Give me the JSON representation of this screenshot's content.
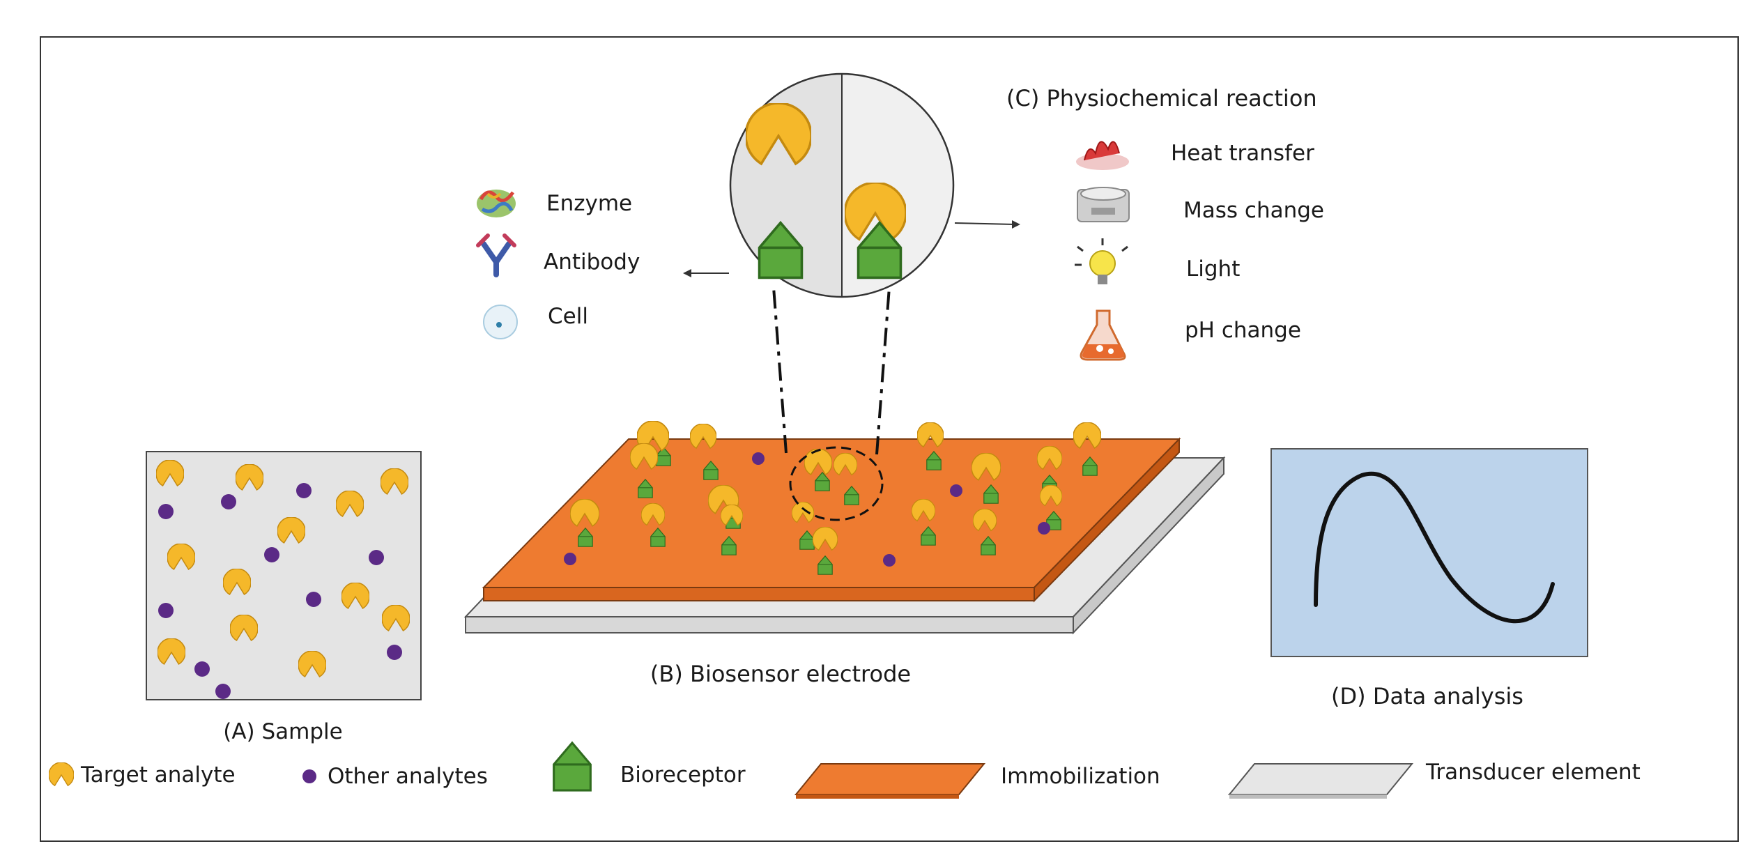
{
  "labels": {
    "sample": "(A) Sample",
    "electrode": "(B) Biosensor electrode",
    "reaction": "(C) Physiochemical reaction",
    "analysis": "(D) Data analysis"
  },
  "bioreceptors": [
    "Enzyme",
    "Antibody",
    "Cell"
  ],
  "reactions": [
    "Heat transfer",
    "Mass change",
    "Light",
    "pH change"
  ],
  "legend": {
    "target": "Target analyte",
    "other": "Other analytes",
    "bioreceptor": "Bioreceptor",
    "immobilization": "Immobilization",
    "transducer": "Transducer element"
  },
  "colors": {
    "analyte": "#F5B82A",
    "other": "#5B2A86",
    "bioreceptor": "#5AA83C",
    "immobilization": "#EE7B30",
    "transducer": "#E6E6E6",
    "analysis_bg": "#BCD3EB"
  },
  "icons": {
    "enzyme": "enzyme-icon",
    "antibody": "antibody-icon",
    "cell": "cell-icon",
    "heat": "heat-icon",
    "mass": "scale-icon",
    "light": "bulb-icon",
    "ph": "flask-icon"
  }
}
